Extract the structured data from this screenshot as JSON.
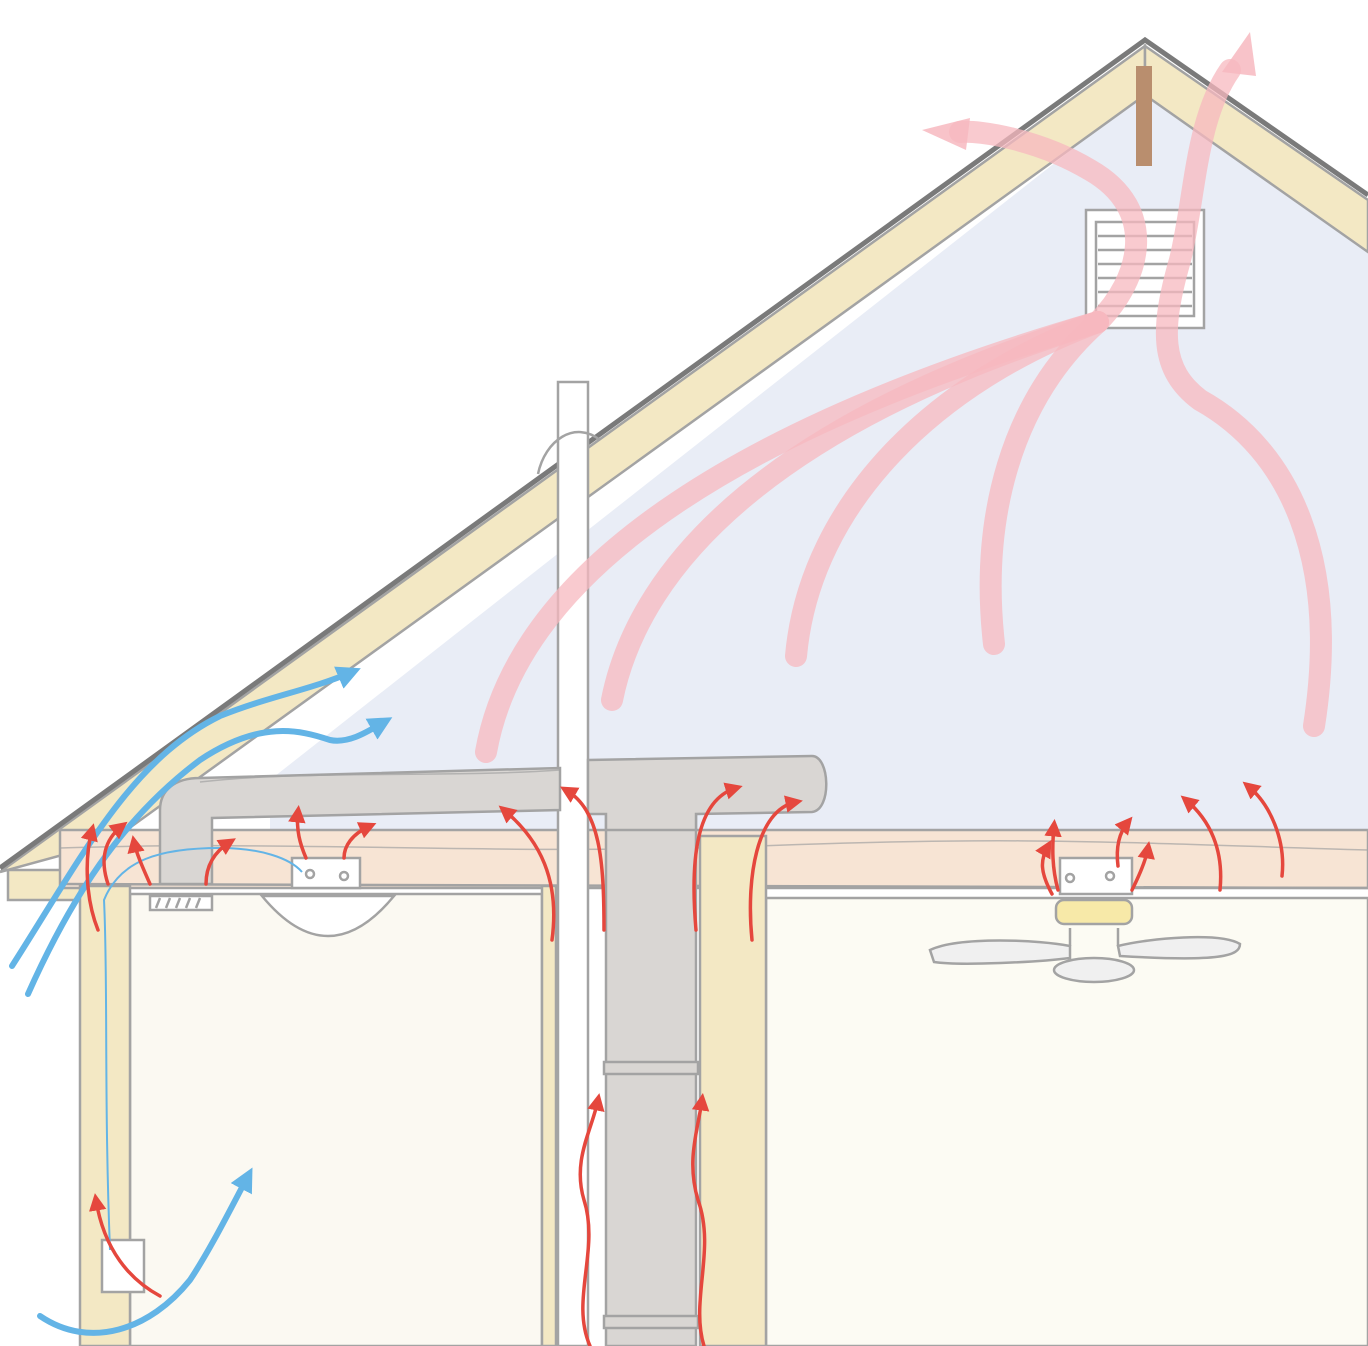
{
  "colors": {
    "background": "#ffffff",
    "attic_space": "#e9edf6",
    "room_wall": "#fbf9f2",
    "room_right": "#fcfbf3",
    "framing": "#f3e8c4",
    "pencil_line": "#a3a3a3",
    "roof_edge": "#7a7a7a",
    "duct": "#d9d6d3",
    "insulation": "#f7e4d4",
    "ridge_block": "#b98e6e",
    "warm_air_plume": "#f7b8bf",
    "leak_arrow": "#e5473d",
    "outside_air": "#63b4e6",
    "fan_blade": "#f0f0f0",
    "fan_light": "#f7e9a8"
  },
  "labels": [],
  "elements": {
    "roof": "gable-roof",
    "gable_vent": "louvered-vent",
    "vent_stack": "plumbing-vent-pipe",
    "duct": "attic-duct",
    "chimney": "flue-chase",
    "recessed_light": "recessed-light-fixture",
    "ceiling_fan": "ceiling-fan-fixture",
    "electrical_boxes": "junction-box",
    "soffit": "soffit-vent"
  }
}
